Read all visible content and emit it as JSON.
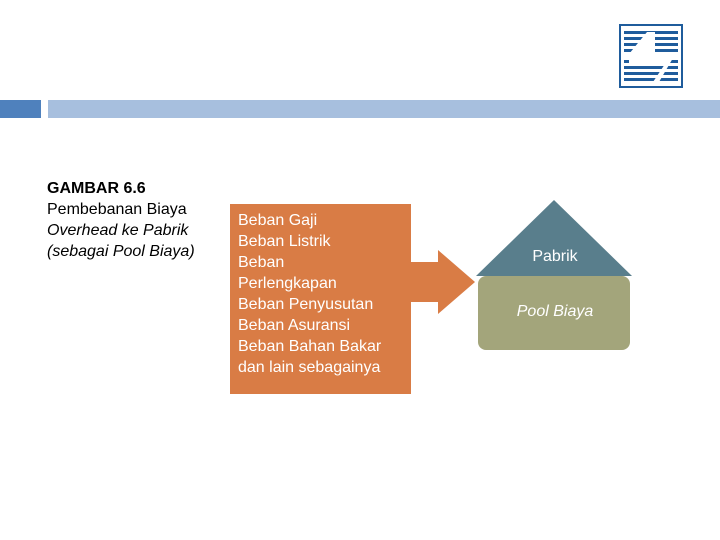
{
  "colors": {
    "accent_blue": "#4f81bd",
    "bar_blue": "#a7bfde",
    "cost_box": "#d97c45",
    "arrow": "#d97c45",
    "roof": "#597e8c",
    "body": "#a3a57b",
    "logo_blue": "#1f5c9c"
  },
  "logo": {
    "icon": "publisher-logo-icon"
  },
  "caption": {
    "title": "GAMBAR 6.6",
    "line1": "Pembebanan Biaya",
    "line2": "Overhead ke Pabrik",
    "line3": "(sebagai Pool Biaya)"
  },
  "costs": {
    "items": [
      "Beban Gaji",
      "Beban Listrik",
      "Beban",
      "Perlengkapan",
      "Beban Penyusutan",
      "Beban Asuransi",
      "Beban Bahan Bakar",
      "dan lain sebagainya"
    ]
  },
  "arrow": {
    "icon": "right-arrow-icon"
  },
  "factory": {
    "roof_label": "Pabrik",
    "body_label": "Pool Biaya"
  }
}
